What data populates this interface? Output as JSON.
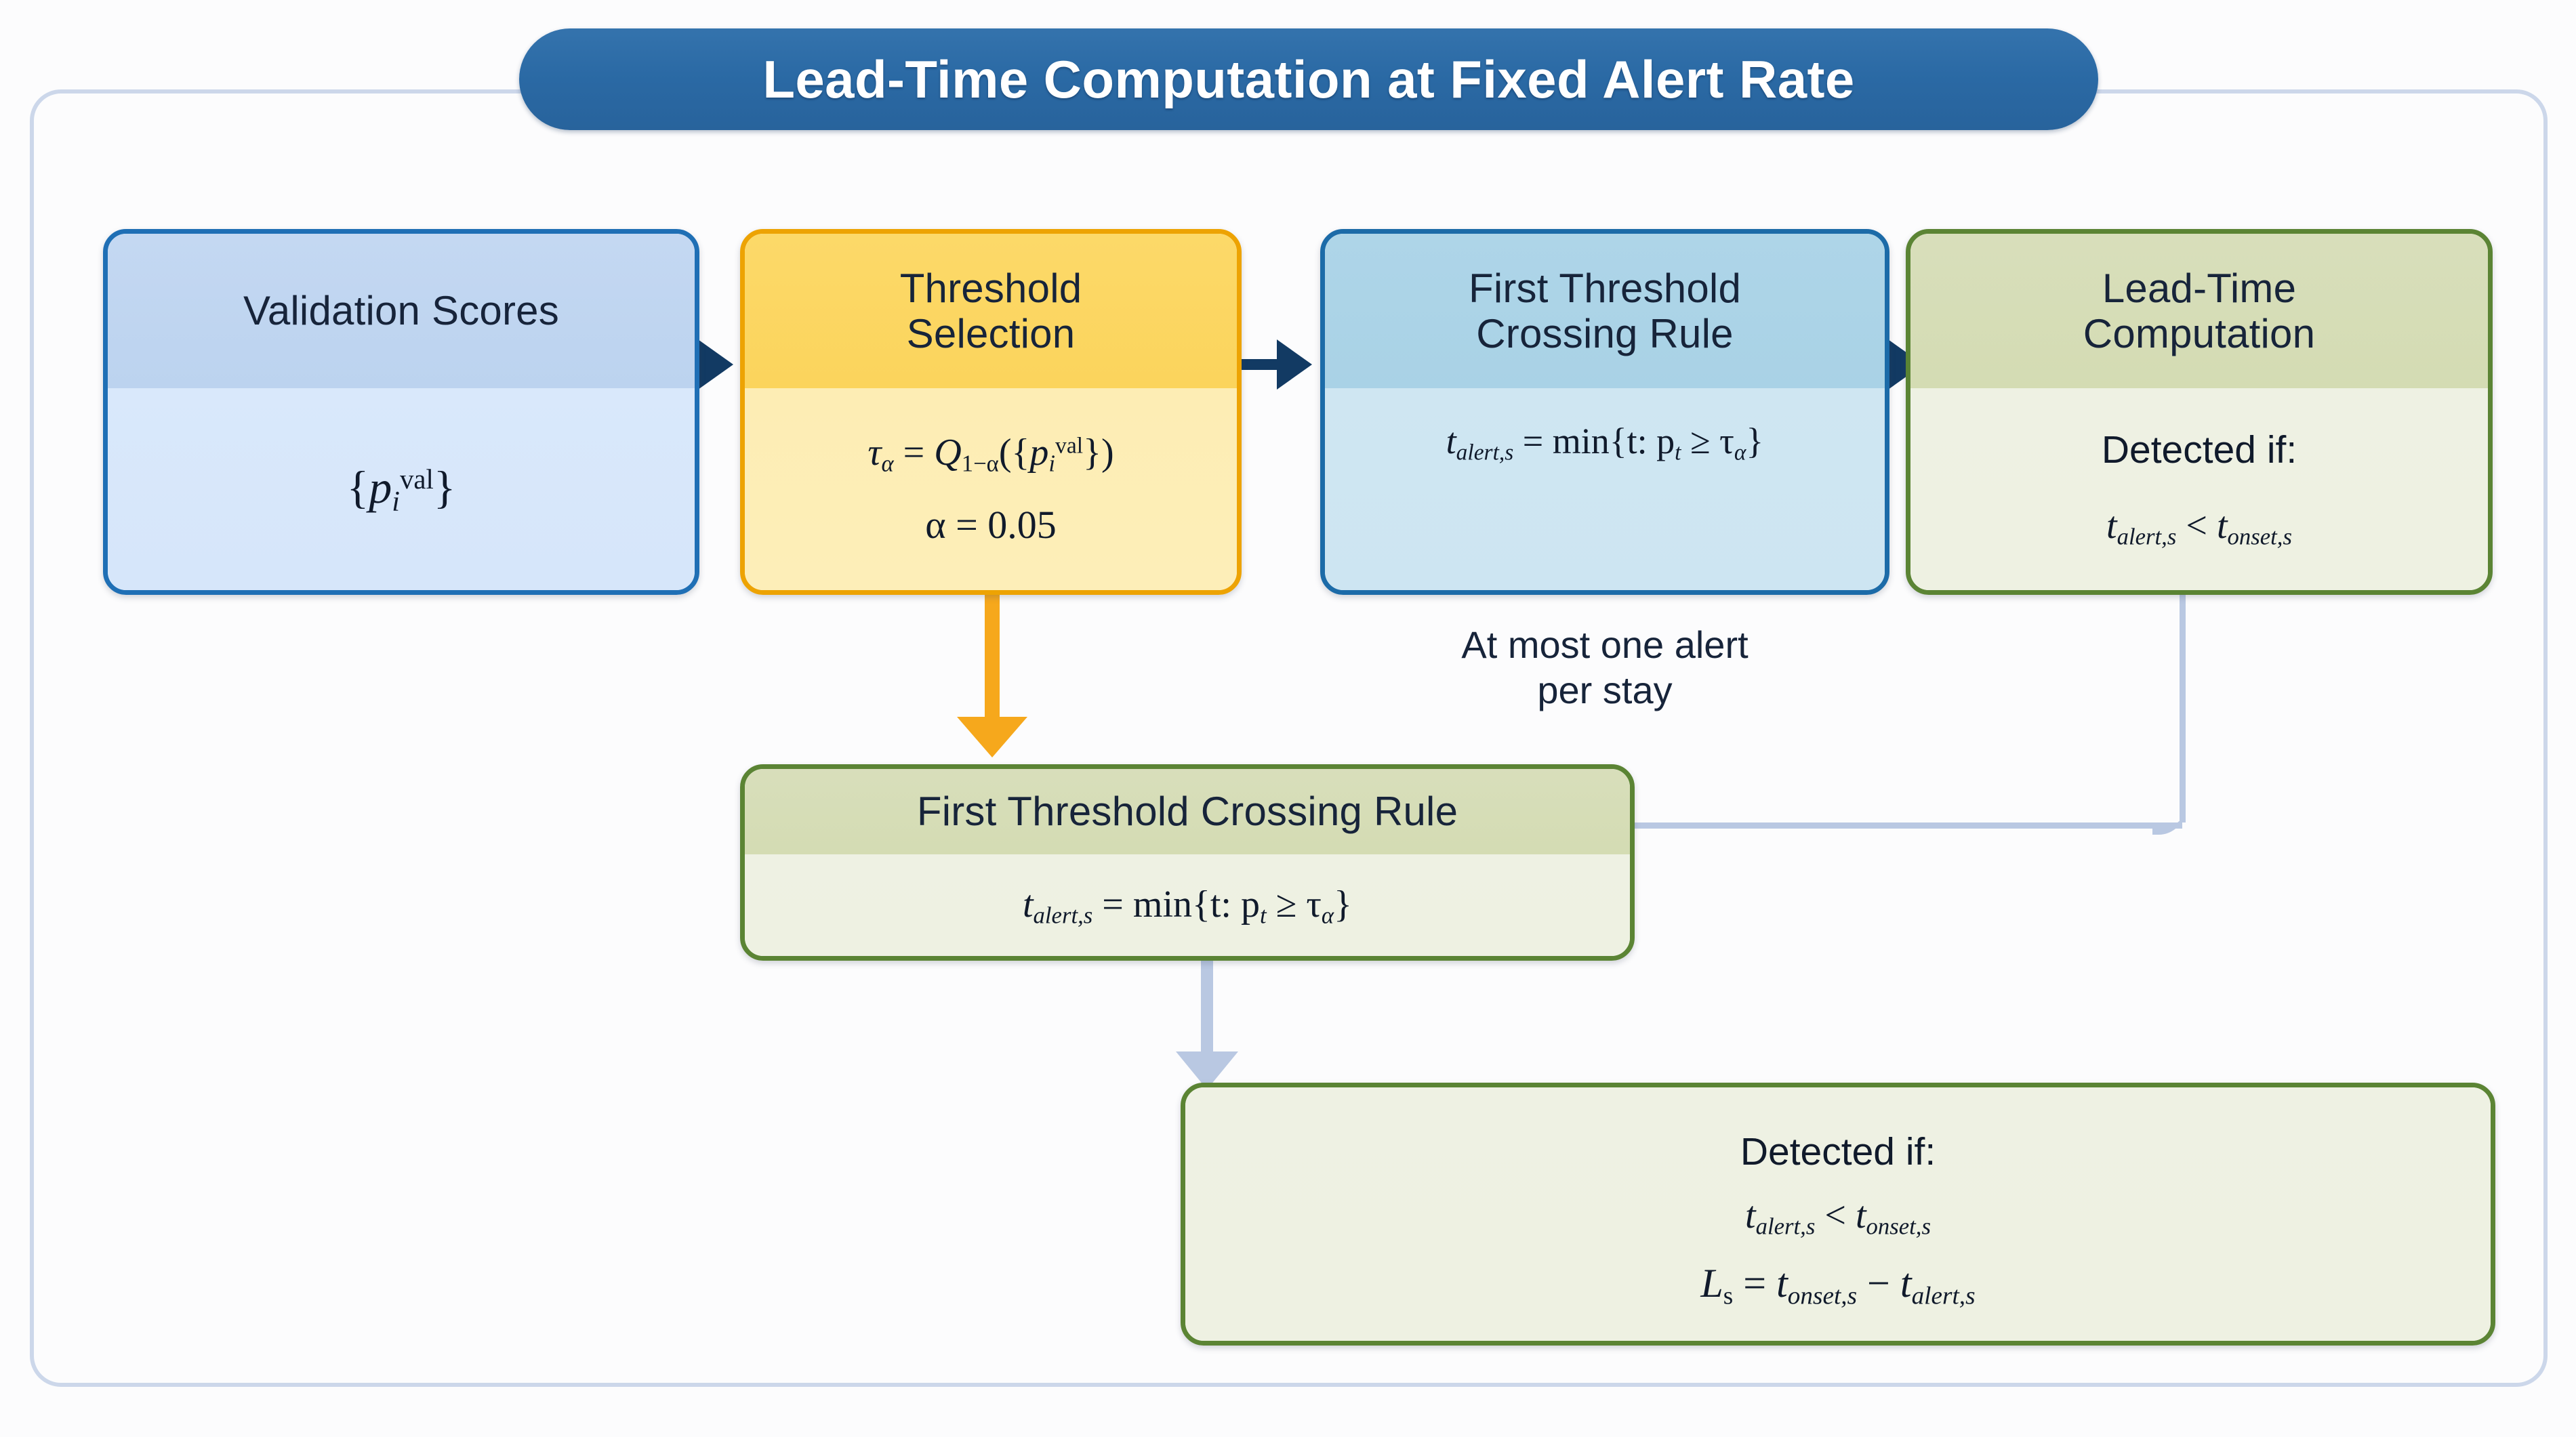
{
  "title": {
    "text": "Lead-Time Computation at Fixed Alert Rate"
  },
  "nodes": {
    "validation_scores": {
      "heading": "Validation Scores",
      "formula_p": "p",
      "formula_sub": "i",
      "formula_sup": "val"
    },
    "threshold_selection": {
      "heading_line1": "Threshold",
      "heading_line2": "Selection",
      "formula_tau": "τ",
      "formula_tau_sub": "α",
      "formula_eq": " = ",
      "formula_q": "Q",
      "formula_q_sub": "1−α",
      "formula_set_open": "({",
      "formula_p": "p",
      "formula_p_sub": "i",
      "formula_p_sup": "val",
      "formula_set_close": "})",
      "alpha_value": "α = 0.05"
    },
    "first_crossing_top": {
      "heading_line1": "First Threshold",
      "heading_line2": "Crossing Rule",
      "formula": "t",
      "formula_sub": "alert,s",
      "formula_rest": " = min{t: p",
      "formula_rest_sub": "t",
      "formula_rest2": " ≥ τ",
      "formula_rest2_sub": "α",
      "formula_close": "}"
    },
    "lead_time_computation": {
      "heading_line1": "Lead-Time",
      "heading_line2": "Computation",
      "detected_label": "Detected if:",
      "cond_t1": "t",
      "cond_t1_sub": "alert,s",
      "cond_op": " < ",
      "cond_t2": "t",
      "cond_t2_sub": "onset,s"
    },
    "first_crossing_mid": {
      "heading": "First Threshold Crossing Rule",
      "formula": "t",
      "formula_sub": "alert,s",
      "formula_rest": " = min{t: p",
      "formula_rest_sub": "t",
      "formula_rest2": " ≥ τ",
      "formula_rest2_sub": "α",
      "formula_close": "}"
    },
    "detected_bottom": {
      "detected_label": "Detected if:",
      "cond_t1": "t",
      "cond_t1_sub": "alert,s",
      "cond_op": " < ",
      "cond_t2": "t",
      "cond_t2_sub": "onset,s",
      "lead_L": "L",
      "lead_L_sub": "s",
      "lead_eq": " = ",
      "lead_t1": "t",
      "lead_t1_sub": "onset,s",
      "lead_minus": " − ",
      "lead_t2": "t",
      "lead_t2_sub": "alert,s"
    }
  },
  "captions": {
    "one_alert_line1": "At most one alert",
    "one_alert_line2": "per stay"
  },
  "colors": {
    "title_banner": "#2a69a4",
    "blue_dark_border": "#1f6fb5",
    "amber_border": "#eda303",
    "blue_mid_border": "#1c6ba8",
    "green_border": "#5b8434",
    "navy_arrow": "#123a63",
    "amber_arrow": "#f6a81c",
    "steel_arrow": "#b9c8e2",
    "frame_border": "#ccd7ea"
  }
}
